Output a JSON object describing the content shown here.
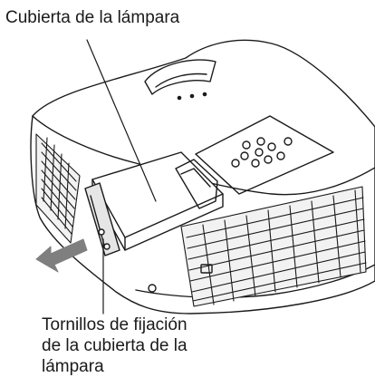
{
  "callouts": {
    "lamp_cover": "Cubierta de la lámpara",
    "screws_line1": "Tornillos de fijación",
    "screws_line2": "de la cubierta de la",
    "screws_line3": "lámpara"
  },
  "colors": {
    "outline": "#1a1a1a",
    "arrow": "#7f7f7f",
    "body_fill": "#ffffff"
  },
  "icons": [
    "projector-illustration",
    "removal-arrow-icon",
    "leader-line"
  ]
}
